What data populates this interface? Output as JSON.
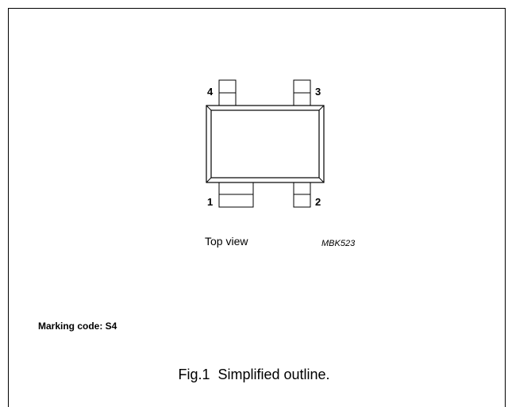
{
  "pins": {
    "pin1": "1",
    "pin2": "2",
    "pin3": "3",
    "pin4": "4"
  },
  "view_label": "Top view",
  "reference_code": "MBK523",
  "marking": "Marking code: S4",
  "caption": "Fig.1  Simplified outline."
}
